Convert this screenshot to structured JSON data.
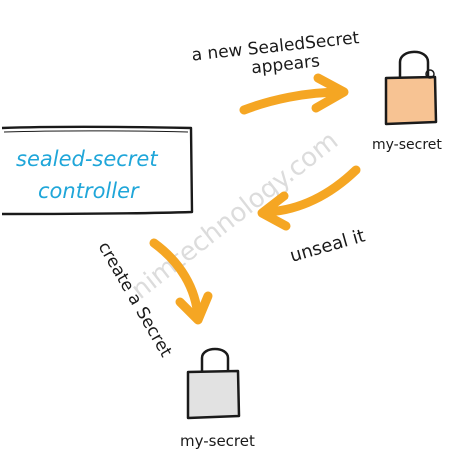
{
  "colors": {
    "ink": "#1a1a1a",
    "controller_text": "#1fa6d9",
    "arrow": "#f5a623",
    "sealed_lock_fill": "#f7c393",
    "secret_lock_fill": "#e2e2e2"
  },
  "diagram": {
    "controller": {
      "label_line1": "sealed-secret",
      "label_line2": "controller"
    },
    "labels": {
      "new_sealed_line1": "a new SealedSecret",
      "new_sealed_line2": "appears",
      "unseal": "unseal it",
      "create": "create a Secret"
    },
    "sealed_secret": {
      "icon": "padlock-icon",
      "name": "my-secret"
    },
    "secret": {
      "icon": "padlock-icon",
      "name": "my-secret"
    },
    "watermark": "nimtechnology.com"
  }
}
